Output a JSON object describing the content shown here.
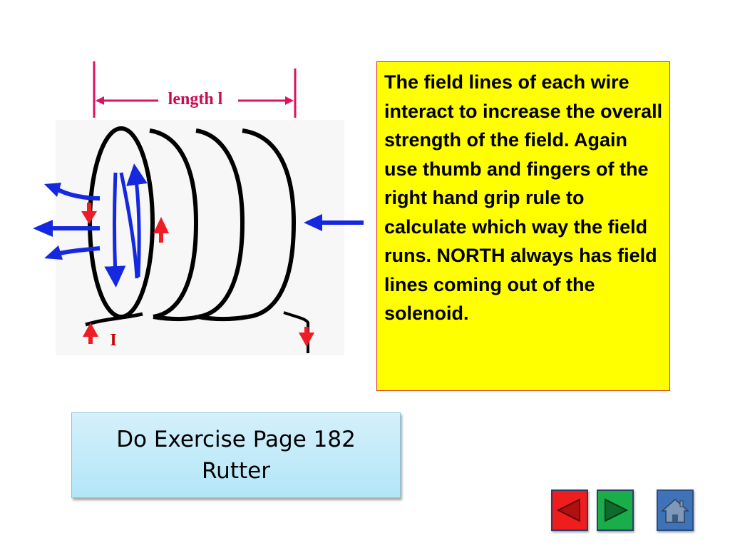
{
  "diagram": {
    "length_label": "length l",
    "current_label": "I",
    "colors": {
      "coil": "#000000",
      "field_arrow": "#1428e0",
      "current_arrow": "#ee1c24",
      "dimension_line": "#e0115f",
      "label_red": "#cc0000"
    }
  },
  "info": {
    "text": "The field lines of each wire interact to increase the overall strength of the field. Again use thumb and fingers of the right hand grip rule to calculate which way the field runs. NORTH always has field lines coming out of the solenoid.",
    "background": "#ffff00",
    "border": "#e0302b"
  },
  "exercise": {
    "text": "Do Exercise Page 182 Rutter"
  },
  "nav": {
    "prev_icon": "triangle-left-icon",
    "next_icon": "triangle-right-icon",
    "home_icon": "house-icon"
  }
}
